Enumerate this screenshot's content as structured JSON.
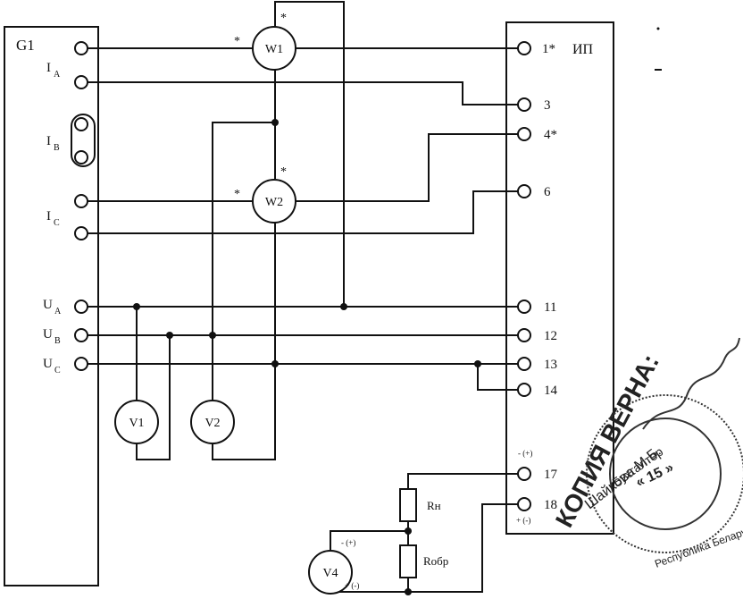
{
  "source": {
    "name": "G1",
    "labels": {
      "ia": "I",
      "ia_sub": "A",
      "ib": "I",
      "ib_sub": "B",
      "ic": "I",
      "ic_sub": "C",
      "ua": "U",
      "ua_sub": "A",
      "ub": "U",
      "ub_sub": "B",
      "uc": "U",
      "uc_sub": "C"
    }
  },
  "device": {
    "name": "ИП",
    "terminals": [
      "1*",
      "3",
      "4*",
      "6",
      "11",
      "12",
      "13",
      "14",
      "17",
      "18"
    ],
    "polarity_top": "- (+)",
    "polarity_bottom": "+ (-)"
  },
  "meters": {
    "w1": "W1",
    "w2": "W2",
    "v1": "V1",
    "v2": "V2",
    "v4": "V4",
    "star": "*",
    "v4_plus": "- (+)",
    "v4_minus": "+ (-)"
  },
  "resistors": {
    "rn": "Rн",
    "robr": "Rобр"
  },
  "stamp": {
    "headline": "КОПИЯ ВЕРНА:",
    "role": "Бухгалтер",
    "person": "Шайкова М.Б.",
    "date": "« 15 »",
    "ring_text": "Республика Беларусь"
  }
}
